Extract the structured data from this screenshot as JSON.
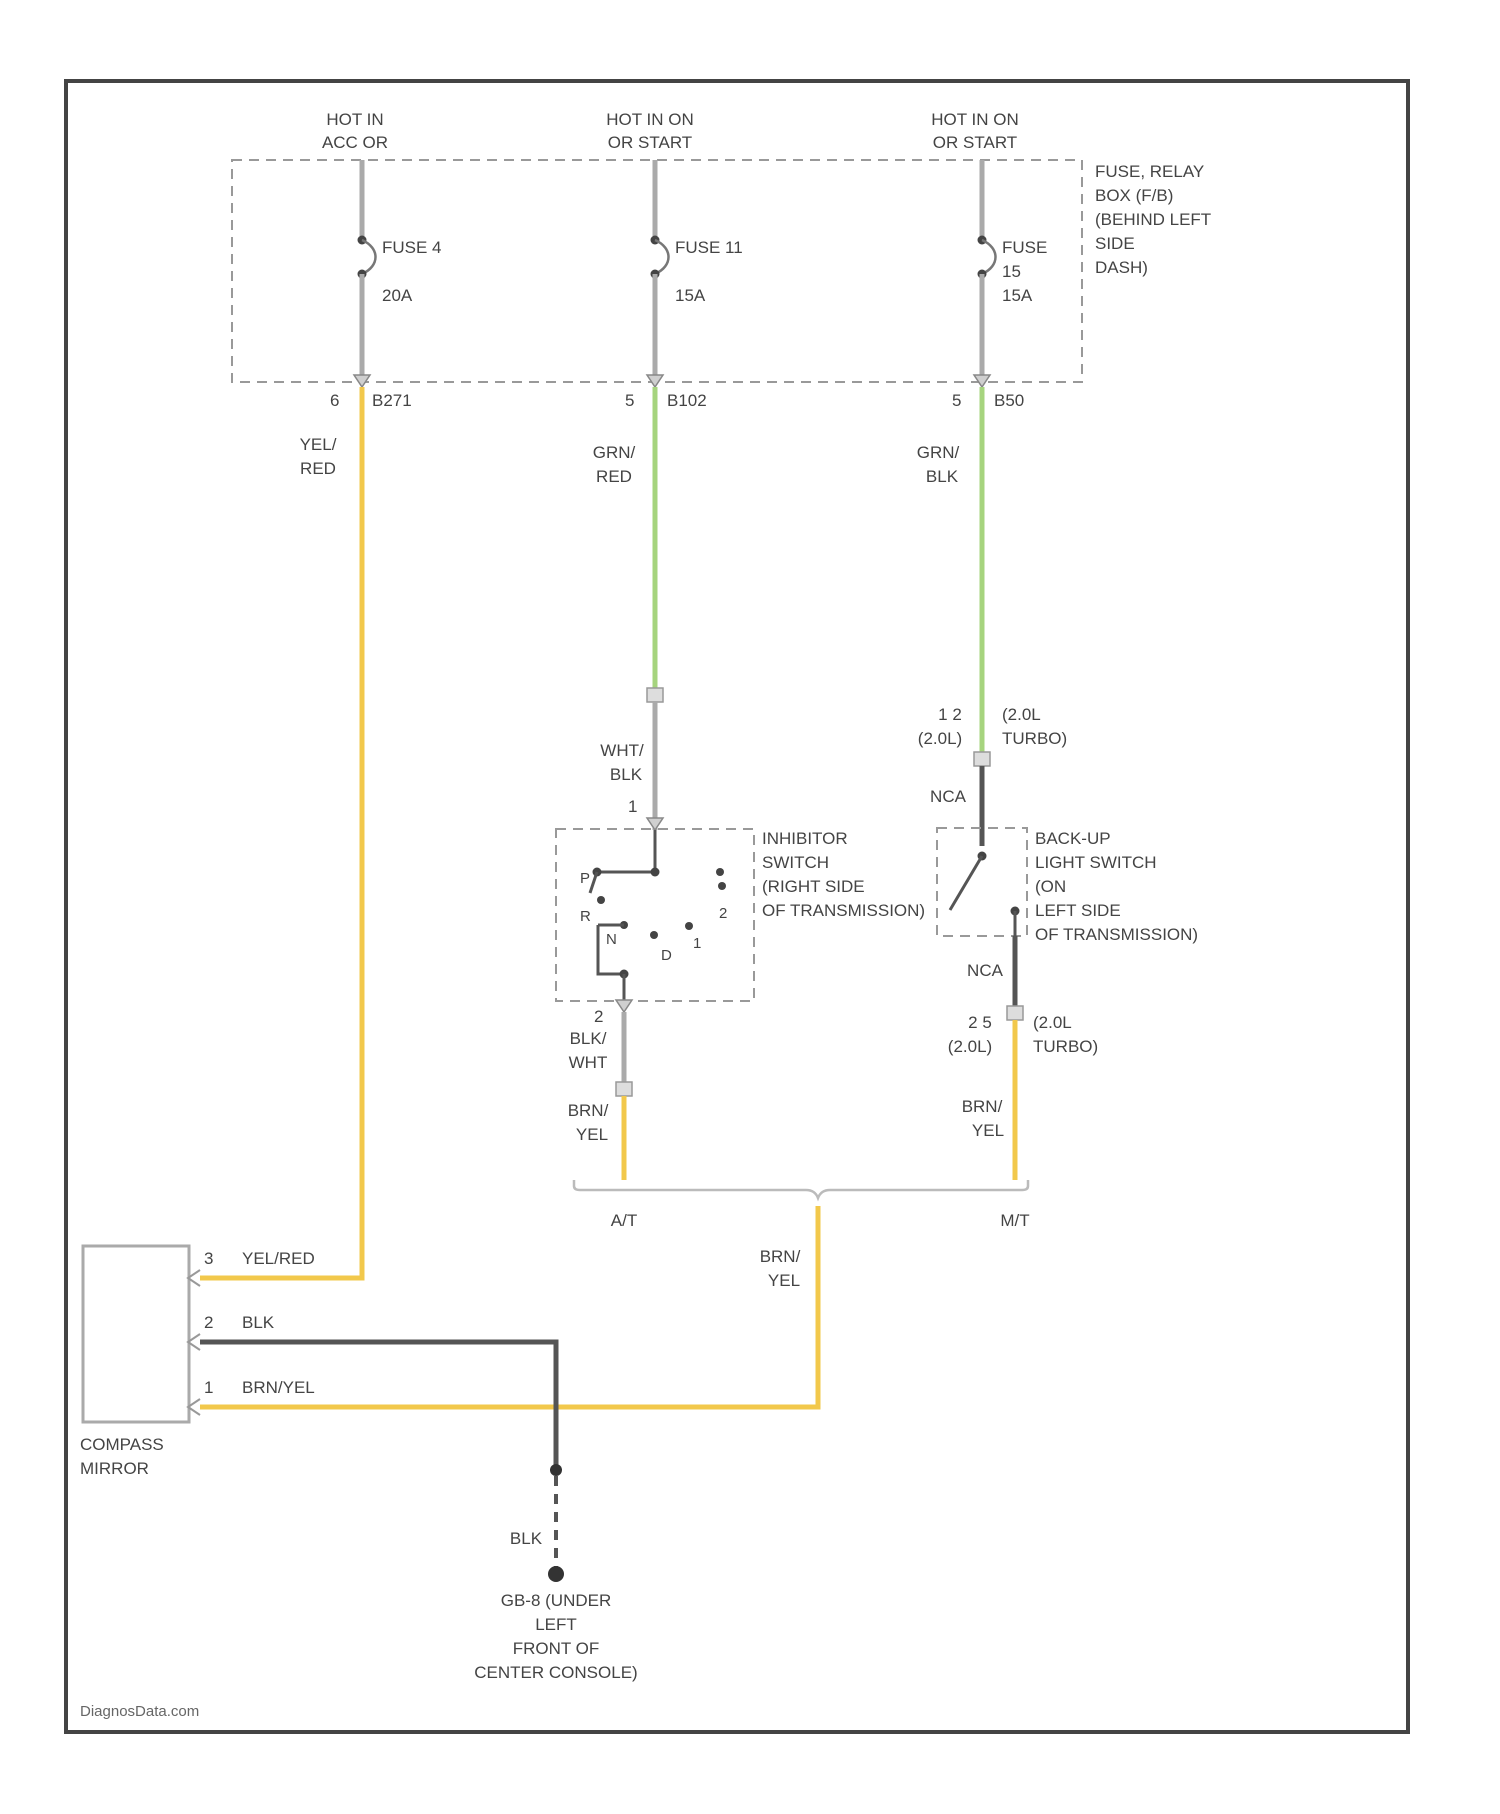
{
  "colors": {
    "border": "#444444",
    "box": "#999999",
    "wire_gray": "#aaaaaa",
    "wire_dark": "#555555",
    "wire_yellow": "#f2c84b",
    "wire_green": "#a6d47e",
    "text": "#444444"
  },
  "power": {
    "acc": [
      "HOT IN",
      "ACC OR"
    ],
    "on_start_1": [
      "HOT IN ON",
      "OR START"
    ],
    "on_start_2": [
      "HOT IN ON",
      "OR START"
    ]
  },
  "fuse_box": {
    "label": [
      "FUSE, RELAY",
      "BOX (F/B)",
      "(BEHIND LEFT",
      "SIDE",
      "DASH)"
    ],
    "fuses": [
      {
        "name": "FUSE 4",
        "rating": "20A"
      },
      {
        "name": "FUSE 11",
        "rating": "15A"
      },
      {
        "name": "FUSE",
        "number": "15",
        "rating": "15A"
      }
    ],
    "connectors": [
      {
        "pin": "6",
        "id": "B271"
      },
      {
        "pin": "5",
        "id": "B102"
      },
      {
        "pin": "5",
        "id": "B50"
      }
    ]
  },
  "wires": {
    "yel_red": [
      "YEL/",
      "RED"
    ],
    "grn_red": [
      "GRN/",
      "RED"
    ],
    "grn_blk": [
      "GRN/",
      "BLK"
    ],
    "wht_blk": [
      "WHT/",
      "BLK"
    ],
    "nca_1": "NCA",
    "nca_2": "NCA",
    "blk_wht": [
      "BLK/",
      "WHT"
    ],
    "brn_yel_at": [
      "BRN/",
      "YEL"
    ],
    "brn_yel_mt": [
      "BRN/",
      "YEL"
    ],
    "brn_yel_main": [
      "BRN/",
      "YEL"
    ],
    "blk_ground": "BLK"
  },
  "engine_pins": {
    "top_pin_a": "1  2",
    "top_pin_b": "(2.0L)",
    "top_turbo_a": "(2.0L",
    "top_turbo_b": "TURBO)",
    "bot_pin_a": "2  5",
    "bot_pin_b": "(2.0L)",
    "bot_turbo_a": "(2.0L",
    "bot_turbo_b": "TURBO)"
  },
  "inhibitor": {
    "pin_top": "1",
    "pin_bottom": "2",
    "label": [
      "INHIBITOR",
      "SWITCH",
      "(RIGHT SIDE",
      "OF TRANSMISSION)"
    ],
    "positions": [
      "P",
      "R",
      "N",
      "D",
      "2",
      "1"
    ]
  },
  "backup": {
    "label": [
      "BACK-UP",
      "LIGHT SWITCH",
      "(ON",
      "LEFT SIDE",
      "OF TRANSMISSION)"
    ]
  },
  "splice": {
    "at": "A/T",
    "mt": "M/T"
  },
  "mirror": {
    "label": [
      "COMPASS",
      "MIRROR"
    ],
    "pins": [
      {
        "pin": "3",
        "wire": "YEL/RED"
      },
      {
        "pin": "2",
        "wire": "BLK"
      },
      {
        "pin": "1",
        "wire": "BRN/YEL"
      }
    ]
  },
  "ground": {
    "label": [
      "GB-8 (UNDER",
      "LEFT",
      "FRONT OF",
      "CENTER CONSOLE)"
    ]
  },
  "watermark": "DiagnosData.com"
}
